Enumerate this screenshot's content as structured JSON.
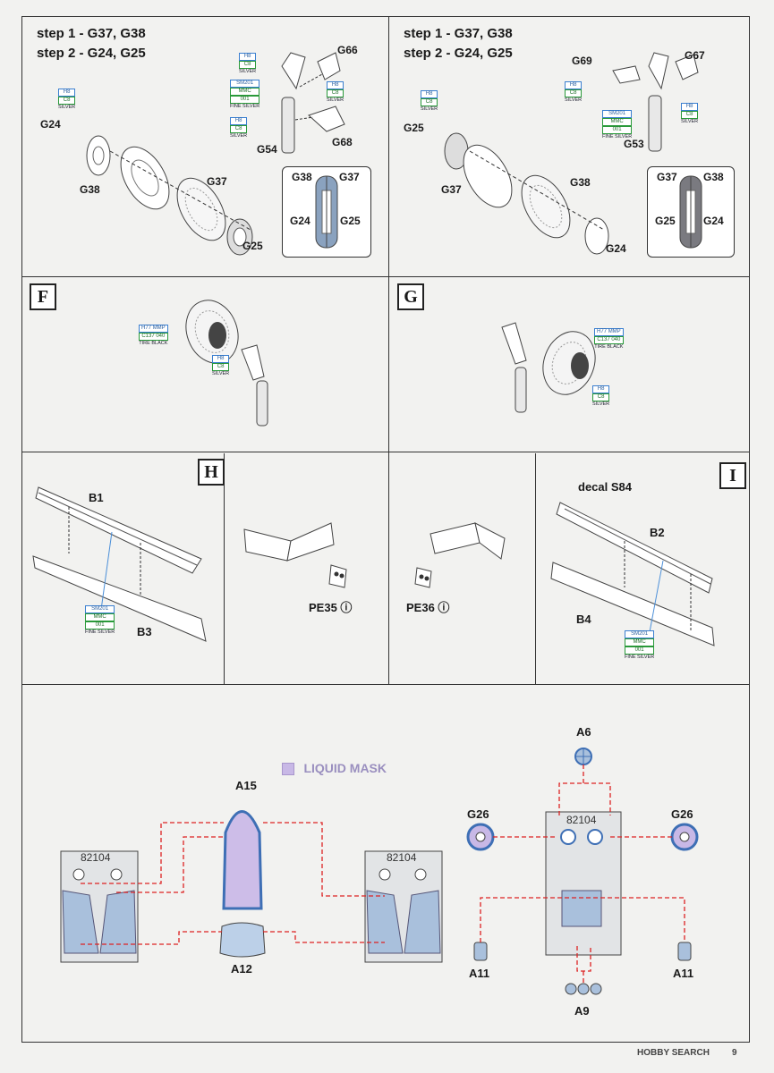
{
  "steps_left": {
    "line1": "step 1 - G37, G38",
    "line2": "step 2 - G24, G25"
  },
  "steps_right": {
    "line1": "step 1 - G37, G38",
    "line2": "step 2 - G24, G25"
  },
  "left_top_labels": {
    "g66": "G66",
    "g54": "G54",
    "g68": "G68",
    "g24": "G24",
    "g38": "G38",
    "g37": "G37",
    "g25": "G25"
  },
  "left_inset": {
    "g38": "G38",
    "g37": "G37",
    "g24": "G24",
    "g25": "G25"
  },
  "right_top_labels": {
    "g69": "G69",
    "g67": "G67",
    "g53": "G53",
    "g25": "G25",
    "g37": "G37",
    "g38": "G38",
    "g24": "G24"
  },
  "right_inset": {
    "g37": "G37",
    "g38": "G38",
    "g25": "G25",
    "g24": "G24"
  },
  "paints": {
    "h8": {
      "code": "H8",
      "code2": "C8",
      "name": "SILVER"
    },
    "sm201": {
      "code": "SM201",
      "code2": "MMC",
      "code3": "001",
      "name": "FINE SILVER"
    },
    "h77": {
      "code": "H77",
      "code_b": "MMP",
      "code2": "C137",
      "code2_b": "040",
      "name": "TIRE BLACK"
    }
  },
  "section_letters": {
    "f": "F",
    "g": "G",
    "h": "H",
    "i": "I"
  },
  "h_section": {
    "b1": "B1",
    "b3": "B3",
    "pe": "PE35"
  },
  "i_section": {
    "decal": "decal S84",
    "b2": "B2",
    "b4": "B4",
    "pe": "PE36"
  },
  "bottom": {
    "liquid_mask": "LIQUID MASK",
    "a15": "A15",
    "a12": "A12",
    "a6": "A6",
    "g26": "G26",
    "a11": "A11",
    "a9": "A9",
    "panel_number": "82104"
  },
  "footer": {
    "watermark": "HOBBY SEARCH",
    "page": "9"
  }
}
